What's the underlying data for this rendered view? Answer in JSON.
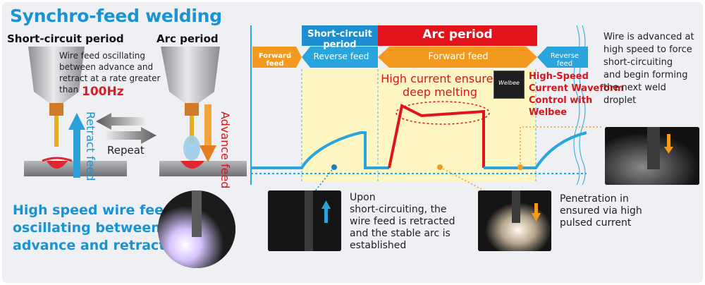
{
  "title": "Synchro-feed welding",
  "left": {
    "short_circuit_period": "Short-circuit period",
    "arc_period": "Arc period",
    "oscillation_text": "Wire feed oscillating between advance and retract at a rate greater than",
    "oscillation_rate": "100Hz",
    "retract_feed": "Retract feed",
    "advance_feed": "Advance feed",
    "repeat": "Repeat",
    "high_speed_lines": [
      "High speed wire feed",
      "oscillating between",
      "advance and retract"
    ]
  },
  "diagram": {
    "bar_short_circuit": "Short-circuit period",
    "bar_arc": "Arc period",
    "forward_feed_left": "Forward feed",
    "reverse_feed": "Reverse feed",
    "forward_feed_mid": "Forward feed",
    "reverse_feed_right": "Reverse feed",
    "high_current_lines": [
      "High current ensures",
      "deep melting"
    ],
    "hs_lines": [
      "High-Speed",
      "Current Waveform",
      "Control with",
      "Welbee"
    ],
    "chip_text": "Welbee",
    "right_lines": [
      "Wire is advanced at",
      "high speed to force",
      "short-circuiting",
      "and begin forming",
      "the next weld",
      "droplet"
    ],
    "caption1_lines": [
      "Upon",
      "short-circuiting, the",
      "wire feed is retracted",
      "and the stable arc is",
      "established"
    ],
    "caption2_lines": [
      "Penetration in",
      "ensured via high",
      "pulsed current"
    ]
  },
  "colors": {
    "blue": "#1a93d3",
    "red": "#d8161d",
    "orange": "#f39a1e",
    "yellow_zone": "#fdf6c3",
    "waveform_blue": "#2aa4dc",
    "waveform_red": "#e0141b"
  },
  "icons": [
    "welding-torch-icon",
    "retract-arrow-icon",
    "advance-arrow-icon",
    "repeat-arrows-icon",
    "welbee-chip-icon"
  ]
}
